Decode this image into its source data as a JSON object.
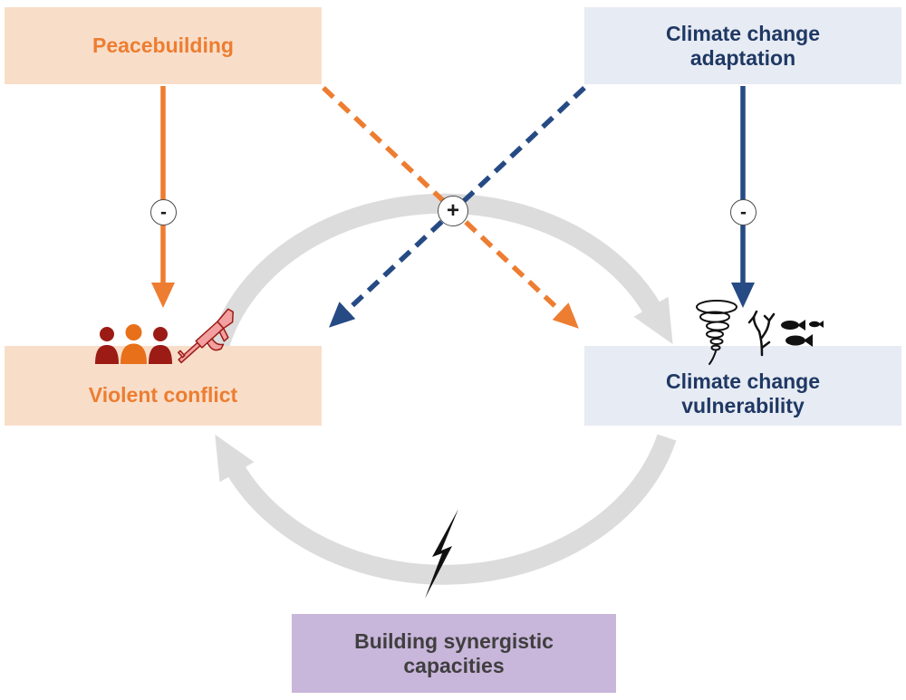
{
  "boxes": {
    "peacebuilding": {
      "label": "Peacebuilding"
    },
    "adaptation": {
      "line1": "Climate change",
      "line2": "adaptation"
    },
    "violent_conflict": {
      "label": "Violent conflict"
    },
    "vulnerability": {
      "line1": "Climate change",
      "line2": "vulnerability"
    },
    "capacities": {
      "line1": "Building synergistic",
      "line2": "capacities"
    }
  },
  "signs": {
    "peacebuilding_effect": "-",
    "adaptation_effect": "-",
    "cross_effect": "+"
  },
  "icons": {
    "violent_conflict": [
      "people-icon",
      "rifle-icon"
    ],
    "vulnerability": [
      "tornado-icon",
      "coral-icon",
      "fish-icon"
    ],
    "cycle_break": "lightning-icon"
  },
  "colors": {
    "orange": "#ED7D31",
    "orange-bg": "#F8DEC9",
    "navy": "#1F3864",
    "navy-arrow": "#264A84",
    "blue-bg": "#E7EBF3",
    "purple-bg": "#C9B6DB",
    "gray-cycle": "#DCDCDC",
    "dark-text": "#3F3F3F",
    "dark-red": "#9C1B15",
    "figure-orange": "#E8701A",
    "rifle-pink": "#F2A0A0",
    "icon-black": "#111111"
  }
}
